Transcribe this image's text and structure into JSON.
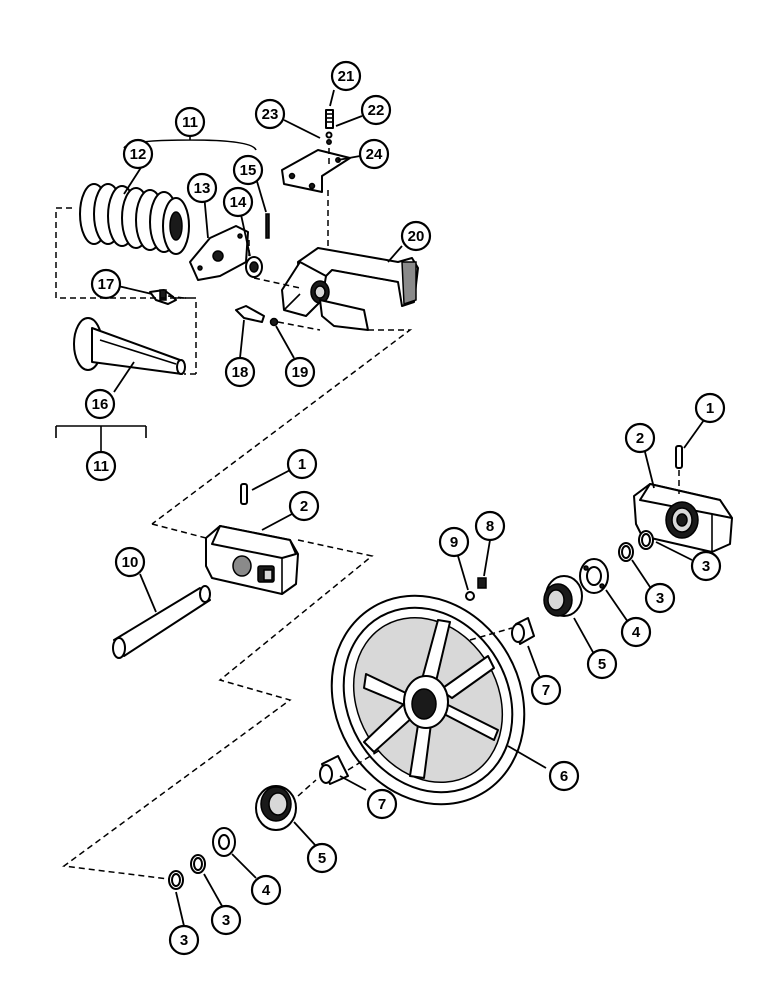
{
  "callouts": [
    {
      "id": "c21",
      "label": "21"
    },
    {
      "id": "c22",
      "label": "22"
    },
    {
      "id": "c23",
      "label": "23"
    },
    {
      "id": "c24",
      "label": "24"
    },
    {
      "id": "c11a",
      "label": "11"
    },
    {
      "id": "c12",
      "label": "12"
    },
    {
      "id": "c13",
      "label": "13"
    },
    {
      "id": "c14",
      "label": "14"
    },
    {
      "id": "c15",
      "label": "15"
    },
    {
      "id": "c20",
      "label": "20"
    },
    {
      "id": "c17",
      "label": "17"
    },
    {
      "id": "c18",
      "label": "18"
    },
    {
      "id": "c19",
      "label": "19"
    },
    {
      "id": "c16",
      "label": "16"
    },
    {
      "id": "c11b",
      "label": "11"
    },
    {
      "id": "c1a",
      "label": "1"
    },
    {
      "id": "c2a",
      "label": "2"
    },
    {
      "id": "c10",
      "label": "10"
    },
    {
      "id": "c1b",
      "label": "1"
    },
    {
      "id": "c2b",
      "label": "2"
    },
    {
      "id": "c3a",
      "label": "3"
    },
    {
      "id": "c3b",
      "label": "3"
    },
    {
      "id": "c4a",
      "label": "4"
    },
    {
      "id": "c9",
      "label": "9"
    },
    {
      "id": "c8",
      "label": "8"
    },
    {
      "id": "c5a",
      "label": "5"
    },
    {
      "id": "c7a",
      "label": "7"
    },
    {
      "id": "c6",
      "label": "6"
    },
    {
      "id": "c7b",
      "label": "7"
    },
    {
      "id": "c5b",
      "label": "5"
    },
    {
      "id": "c4b",
      "label": "4"
    },
    {
      "id": "c3c",
      "label": "3"
    },
    {
      "id": "c3d",
      "label": "3"
    }
  ]
}
